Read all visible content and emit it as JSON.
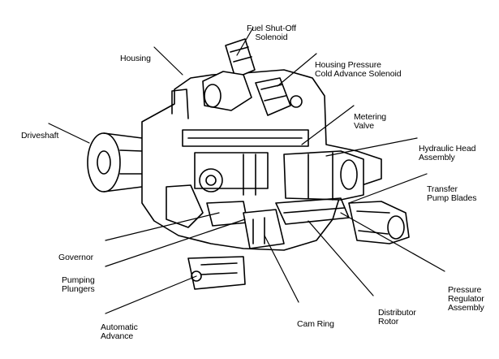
{
  "labels": {
    "fuel_shutoff": [
      "Fuel Shut-Off",
      "Solenoid"
    ],
    "housing": [
      "Housing"
    ],
    "housing_pressure": [
      "Housing Pressure",
      "Cold Advance Solenoid"
    ],
    "driveshaft": [
      "Driveshaft"
    ],
    "metering_valve": [
      "Metering",
      "Valve"
    ],
    "hydraulic_head": [
      "Hydraulic Head",
      "Assembly"
    ],
    "transfer_pump": [
      "Transfer",
      "Pump Blades"
    ],
    "governor": [
      "Governor"
    ],
    "pumping_plungers": [
      "Pumping",
      "Plungers"
    ],
    "pressure_regulator": [
      "Pressure",
      "Regulator",
      "Assembly"
    ],
    "automatic_advance": [
      "Automatic",
      "Advance"
    ],
    "cam_ring": [
      "Cam Ring"
    ],
    "distributor_rotor": [
      "Distributor",
      "Rotor"
    ]
  }
}
